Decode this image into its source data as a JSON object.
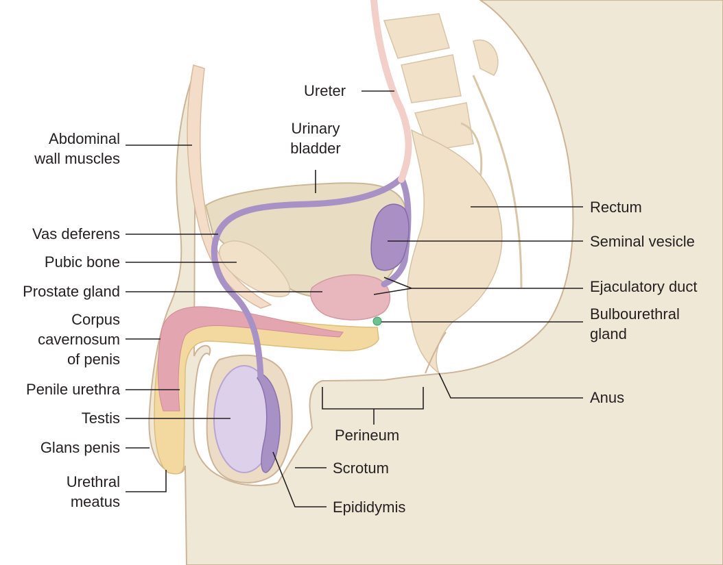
{
  "colors": {
    "body": "#f0e8d6",
    "skin_outline": "#cdb497",
    "bladder": "#e8dcc2",
    "vas_deferens": "#a891c4",
    "seminal_vesicle": "#a98fc3",
    "testis": "#ddd0ea",
    "corpus": "#e3a6b0",
    "urethra_sheath": "#f3d9a0",
    "prostate": "#e8b7bd",
    "bone": "#f1e1c9",
    "bulbourethral_gland": "#6fc28f"
  },
  "labels": {
    "abdominal_wall_muscles": [
      "Abdominal",
      "wall muscles"
    ],
    "vas_deferens": "Vas deferens",
    "pubic_bone": "Pubic bone",
    "prostate_gland": "Prostate gland",
    "corpus_cavernosum": [
      "Corpus",
      "cavernosum",
      "of penis"
    ],
    "penile_urethra": "Penile urethra",
    "testis": "Testis",
    "glans_penis": "Glans penis",
    "urethral_meatus": [
      "Urethral",
      "meatus"
    ],
    "ureter": "Ureter",
    "urinary_bladder": [
      "Urinary",
      "bladder"
    ],
    "rectum": "Rectum",
    "seminal_vesicle": "Seminal vesicle",
    "ejaculatory_duct": "Ejaculatory duct",
    "bulbourethral_gland": [
      "Bulbourethral",
      "gland"
    ],
    "anus": "Anus",
    "perineum": "Perineum",
    "scrotum": "Scrotum",
    "epididymis": "Epididymis"
  }
}
